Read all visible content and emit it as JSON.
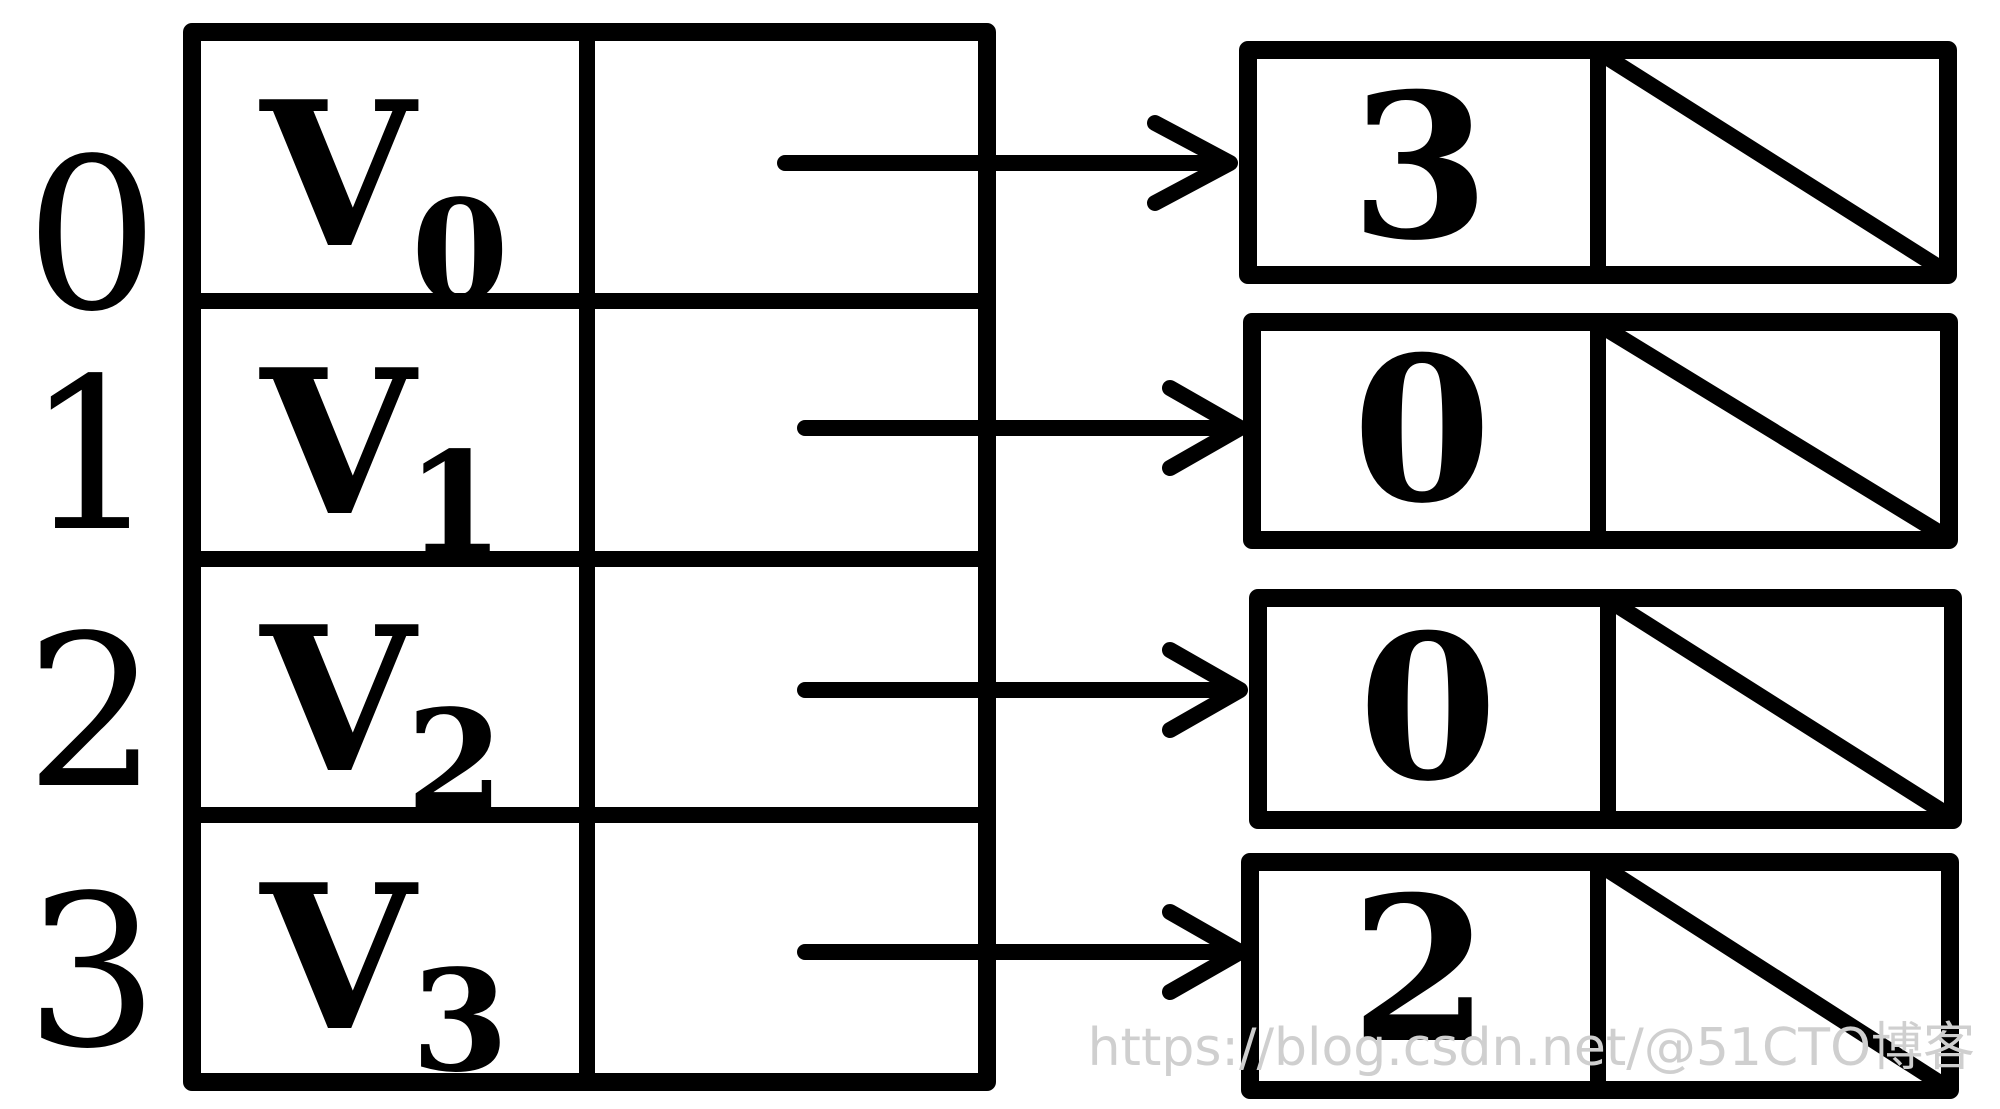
{
  "vertices": [
    {
      "index": "0",
      "name": "V",
      "sub": "0",
      "adjacent": "3"
    },
    {
      "index": "1",
      "name": "V",
      "sub": "1",
      "adjacent": "0"
    },
    {
      "index": "2",
      "name": "V",
      "sub": "2",
      "adjacent": "0"
    },
    {
      "index": "3",
      "name": "V",
      "sub": "3",
      "adjacent": "2"
    }
  ],
  "watermark": "https://blog.csdn.net/@51CTO博客"
}
